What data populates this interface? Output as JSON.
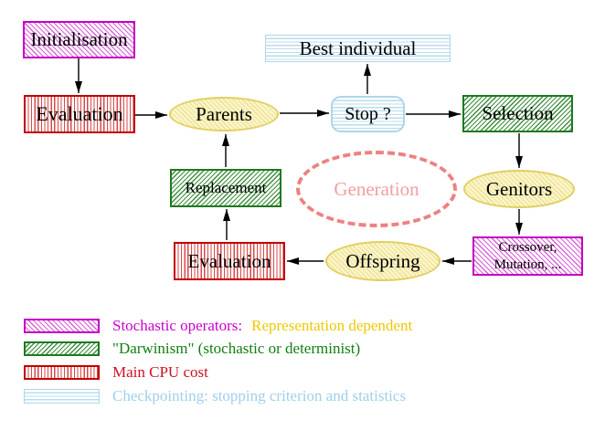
{
  "diagram": {
    "nodes": {
      "initialisation": {
        "label": "Initialisation"
      },
      "evaluation_top": {
        "label": "Evaluation"
      },
      "parents": {
        "label": "Parents"
      },
      "best_individual": {
        "label": "Best individual"
      },
      "stop": {
        "label": "Stop ?"
      },
      "selection": {
        "label": "Selection"
      },
      "genitors": {
        "label": "Genitors"
      },
      "crossover_mutation": {
        "line1": "Crossover,",
        "line2": "Mutation, ..."
      },
      "offspring": {
        "label": "Offspring"
      },
      "evaluation_bottom": {
        "label": "Evaluation"
      },
      "replacement": {
        "label": "Replacement"
      },
      "generation": {
        "label": "Generation"
      }
    },
    "legend": {
      "items": [
        {
          "key": "stochastic-operators",
          "label": "Stochastic operators:",
          "label2": "Representation dependent"
        },
        {
          "key": "darwinism",
          "label": "\"Darwinism\" (stochastic or determinist)"
        },
        {
          "key": "main-cpu-cost",
          "label": "Main CPU cost"
        },
        {
          "key": "checkpointing",
          "label": "Checkpointing: stopping criterion and statistics"
        }
      ]
    },
    "colors": {
      "magenta": "#cc00cc",
      "green": "#1d7a1d",
      "red": "#c00000",
      "crimson_text": "#cc1122",
      "light_blue": "#aed6e8",
      "light_blue_text": "#9fcfec",
      "gold_text": "#eec800",
      "yellow_fill": "#fbf6c8",
      "yellow_border": "#e2cf62",
      "salmon": "#f08080",
      "arrow_black": "#000000"
    }
  }
}
